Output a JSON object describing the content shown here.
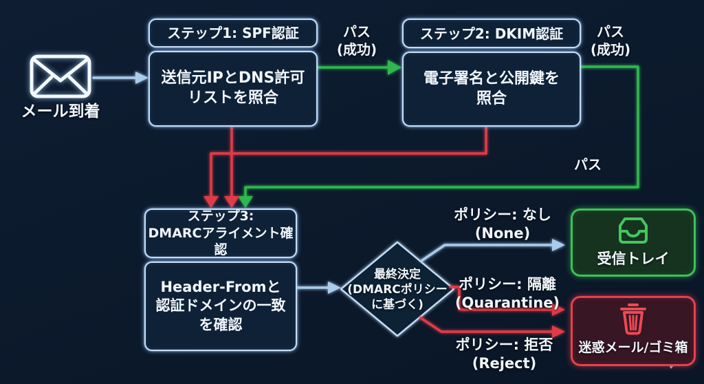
{
  "diagram_title_implicit": "メール認証フロー (SPF / DKIM / DMARC)",
  "colors": {
    "background": "#0c1a2d",
    "box_border": "#c6def5",
    "pass_green": "#2db84d",
    "fail_red": "#e13a46",
    "flow_blue": "#a9cbec",
    "inbox_green": "#3ec158",
    "trash_red": "#e8404d"
  },
  "mail": {
    "label": "メール到着"
  },
  "step1": {
    "title": "ステップ1: SPF認証",
    "body_line1": "送信元IPとDNS許可",
    "body_line2": "リストを照合"
  },
  "step2": {
    "title": "ステップ2: DKIM認証",
    "body_line1": "電子署名と公開鍵を",
    "body_line2": "照合"
  },
  "step3": {
    "title_line1": "ステップ3:",
    "title_line2": "DMARCアライメント確認",
    "body_line1": "Header-Fromと",
    "body_line2": "認証ドメインの一致",
    "body_line3": "を確認"
  },
  "decision": {
    "line1": "最終決定",
    "line2": "(DMARCポリシー",
    "line3": "に基づく)"
  },
  "edge_labels": {
    "pass1_line1": "パス",
    "pass1_line2": "(成功)",
    "pass2_line1": "パス",
    "pass2_line2": "(成功)",
    "pass3": "パス"
  },
  "policies": {
    "none_line1": "ポリシー: なし",
    "none_line2": "(None)",
    "quarantine_line1": "ポリシー: 隔離",
    "quarantine_line2": "(Quarantine)",
    "reject_line1": "ポリシー: 拒否",
    "reject_line2": "(Reject)"
  },
  "outcomes": {
    "inbox_label": "受信トレイ",
    "trash_label": "迷惑メール/ゴミ箱"
  }
}
